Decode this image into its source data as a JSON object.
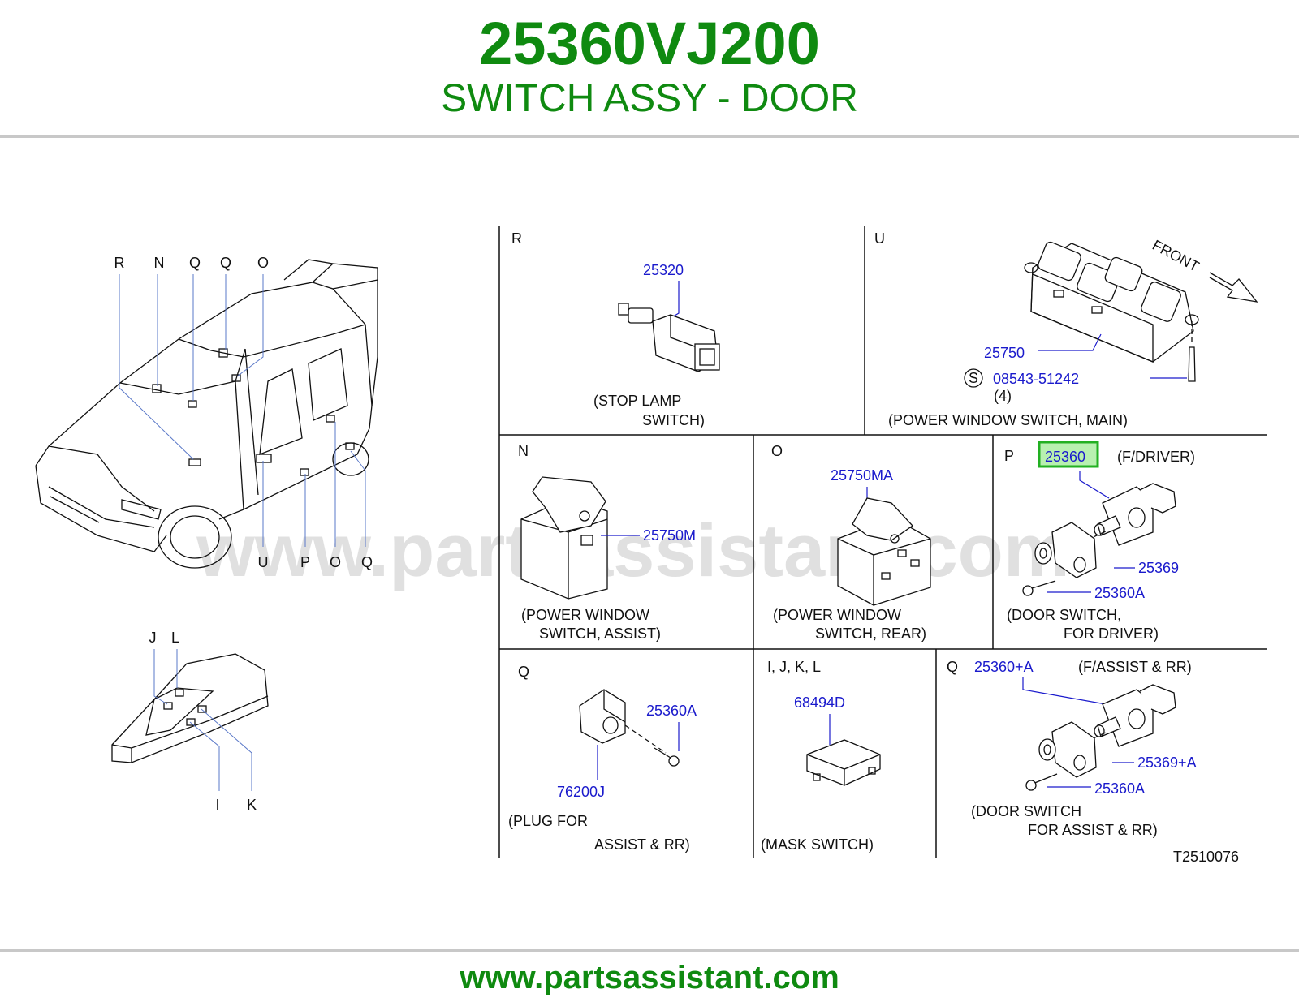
{
  "header": {
    "part_number": "25360VJ200",
    "part_name": "SWITCH ASSY - DOOR"
  },
  "footer": {
    "url": "www.partsassistant.com"
  },
  "watermark": "www.partsassistant.com",
  "colors": {
    "green": "#0f8a10",
    "blue": "#1a1acc",
    "highlight_fill": "#b8f0b0",
    "highlight_border": "#22b022",
    "rule": "#c8c8c8"
  },
  "overview": {
    "top_letters": [
      "R",
      "N",
      "Q",
      "Q",
      "O"
    ],
    "bottom_letters": [
      "U",
      "P",
      "O",
      "Q"
    ],
    "console_top": [
      "J",
      "L"
    ],
    "console_bottom": [
      "I",
      "K"
    ]
  },
  "panels": {
    "R": {
      "letter": "R",
      "parts": [
        "25320"
      ],
      "caption": [
        "(STOP  LAMP",
        "SWITCH)"
      ]
    },
    "U": {
      "letter": "U",
      "parts": [
        "25750",
        "08543-51242"
      ],
      "screw_symbol": "S",
      "qty": "(4)",
      "front": "FRONT",
      "caption": [
        "(POWER  WINDOW  SWITCH,  MAIN)"
      ]
    },
    "N": {
      "letter": "N",
      "parts": [
        "25750M"
      ],
      "caption": [
        "(POWER  WINDOW",
        "SWITCH,  ASSIST)"
      ]
    },
    "O": {
      "letter": "O",
      "parts": [
        "25750MA"
      ],
      "caption": [
        "(POWER  WINDOW",
        "SWITCH,  REAR)"
      ]
    },
    "P": {
      "letter": "P",
      "parts": [
        "25360",
        "25369",
        "25360A"
      ],
      "note": "(F/DRIVER)",
      "caption": [
        "(DOOR  SWITCH,",
        "FOR  DRIVER)"
      ]
    },
    "Q1": {
      "letter": "Q",
      "parts": [
        "25360A",
        "76200J"
      ],
      "caption": [
        "(PLUG  FOR",
        "ASSIST  &  RR)"
      ]
    },
    "IJKL": {
      "letter": "I,  J,  K,  L",
      "parts": [
        "68494D"
      ],
      "caption": [
        "(MASK  SWITCH)"
      ]
    },
    "Q2": {
      "letter": "Q",
      "parts": [
        "25360+A",
        "25369+A",
        "25360A"
      ],
      "note": "(F/ASSIST  &  RR)",
      "caption": [
        "(DOOR  SWITCH",
        "FOR  ASSIST  &  RR)"
      ]
    }
  },
  "diagram_code": "T2510076"
}
